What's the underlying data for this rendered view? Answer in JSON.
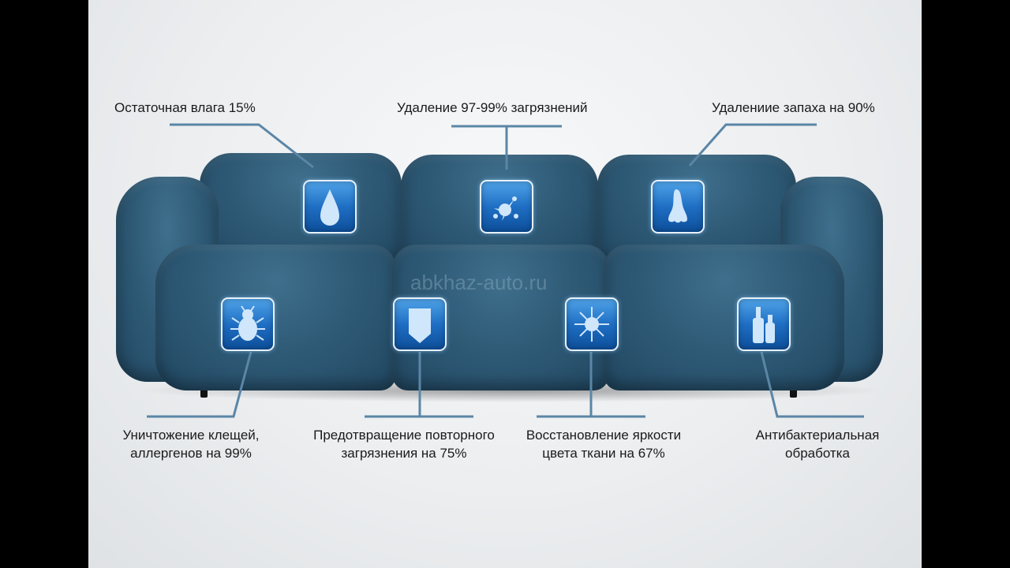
{
  "watermark": "abkhaz-auto.ru",
  "features": [
    {
      "icon": "water-drop-icon",
      "label": "Остаточная влага 15%"
    },
    {
      "icon": "stain-splash-icon",
      "label": "Удаление 97-99% загрязнений"
    },
    {
      "icon": "nose-icon",
      "label": "Удалениие запаха на 90%"
    },
    {
      "icon": "mite-bug-icon",
      "label_line1": "Уничтожение клещей,",
      "label_line2": "аллергенов на 99%"
    },
    {
      "icon": "shield-icon",
      "label_line1": "Предотвращение повторного",
      "label_line2": "загрязнения на 75%"
    },
    {
      "icon": "sun-brightness-icon",
      "label_line1": "Восстановление яркости",
      "label_line2": "цвета ткани на 67%"
    },
    {
      "icon": "bottles-icon",
      "label_line1": "Антибактериальная",
      "label_line2": "обработка"
    }
  ],
  "colors": {
    "line": "#5b86a6",
    "icon_blue": "#1f6fc4",
    "sofa": "#2f5b77"
  }
}
